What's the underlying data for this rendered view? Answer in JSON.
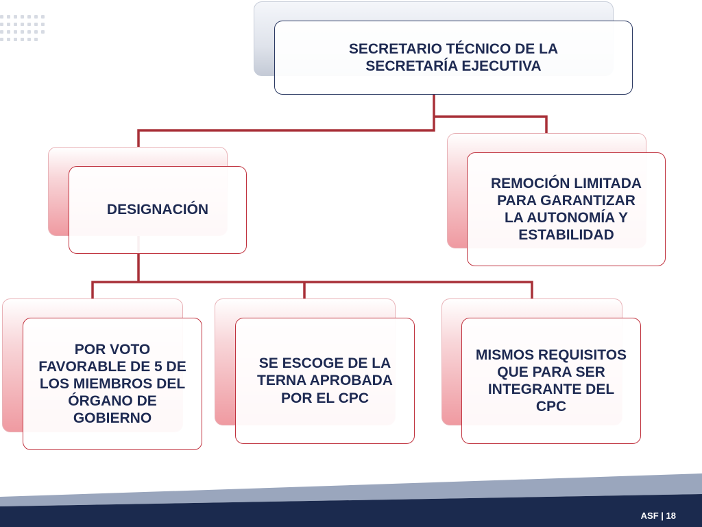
{
  "nodes": {
    "root": "SECRETARIO TÉCNICO DE LA SECRETARÍA EJECUTIVA",
    "designacion": "DESIGNACIÓN",
    "remocion": "REMOCIÓN LIMITADA PARA GARANTIZAR LA AUTONOMÍA Y ESTABILIDAD",
    "voto": "POR VOTO FAVORABLE DE 5 DE LOS MIEMBROS DEL ÓRGANO DE GOBIERNO",
    "terna": "SE ESCOGE DE LA TERNA APROBADA POR EL CPC",
    "requisitos": "MISMOS REQUISITOS QUE PARA SER INTEGRANTE DEL CPC"
  },
  "footer": {
    "label": "ASF | 18"
  },
  "colors": {
    "connector": "#a83038",
    "text": "#1e2a52",
    "footer_dark": "#1b2a4e",
    "footer_light": "#9aa6bd"
  }
}
